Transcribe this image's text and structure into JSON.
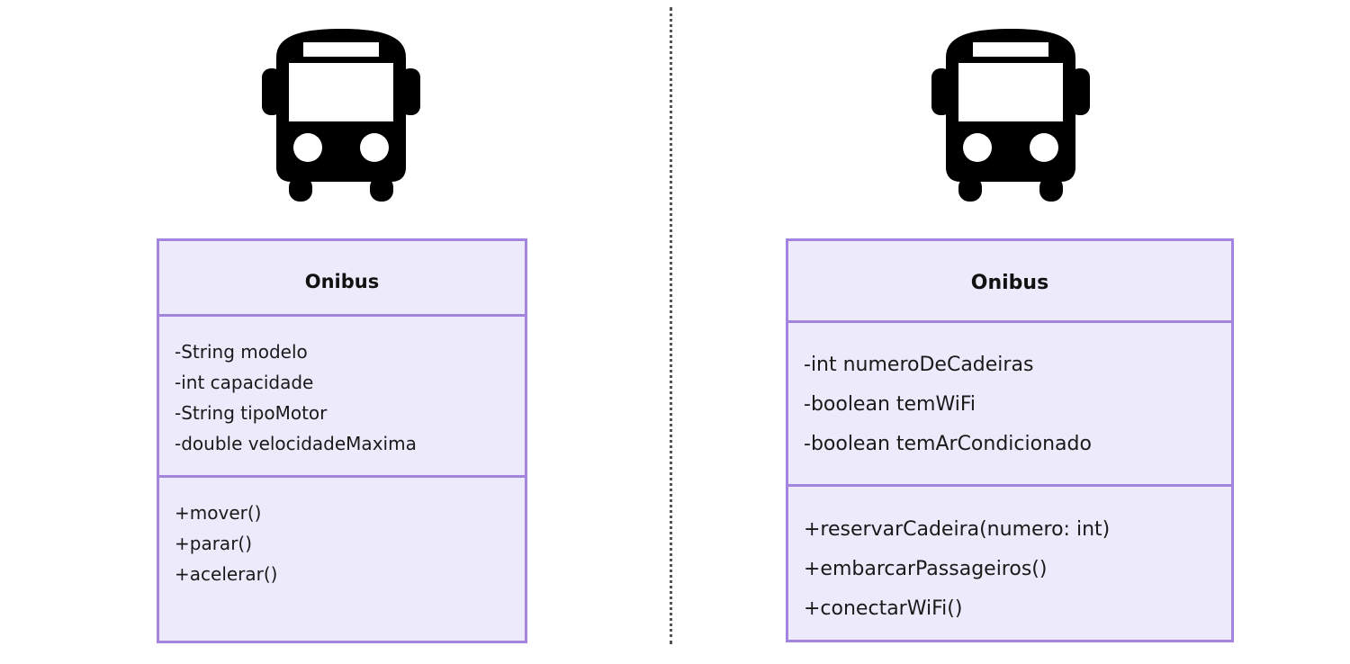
{
  "background_color": "#ffffff",
  "divider": {
    "name": "vertical-dotted-divider",
    "style": "dotted",
    "color": "#555555"
  },
  "colors": {
    "class_border": "#a385e0",
    "class_fill": "#eceafb",
    "text": "#1a1a1a",
    "icon": "#000000"
  },
  "panels": [
    {
      "id": "left",
      "icon": "bus-icon",
      "uml_class": {
        "name": "Onibus",
        "attributes": [
          "-String modelo",
          "-int capacidade",
          "-String tipoMotor",
          "-double velocidadeMaxima"
        ],
        "methods": [
          "+mover()",
          "+parar()",
          "+acelerar()"
        ]
      }
    },
    {
      "id": "right",
      "icon": "bus-icon",
      "uml_class": {
        "name": "Onibus",
        "attributes": [
          "-int numeroDeCadeiras",
          "-boolean temWiFi",
          "-boolean temArCondicionado"
        ],
        "methods": [
          "+reservarCadeira(numero: int)",
          "+embarcarPassageiros()",
          "+conectarWiFi()"
        ]
      }
    }
  ]
}
